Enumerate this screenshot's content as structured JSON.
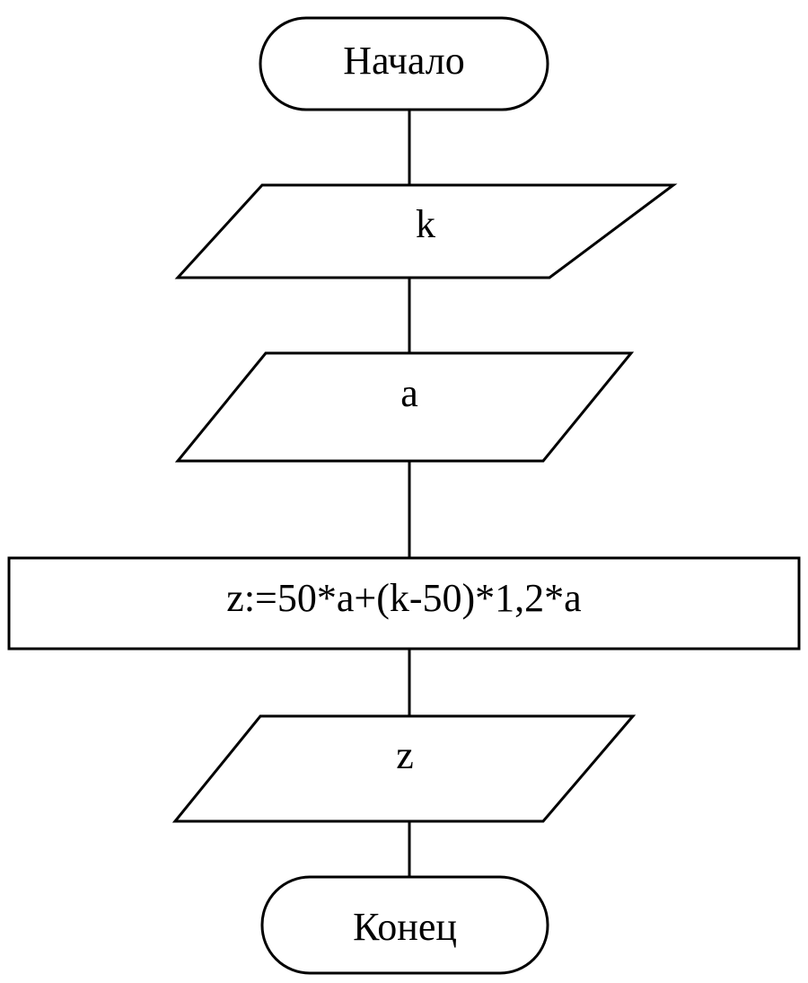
{
  "flowchart": {
    "start": {
      "label": "Начало"
    },
    "input_k": {
      "label": "k"
    },
    "input_a": {
      "label": "a"
    },
    "process": {
      "label": "z:=50*a+(k-50)*1,2*a"
    },
    "output_z": {
      "label": "z"
    },
    "end": {
      "label": "Конец"
    }
  }
}
